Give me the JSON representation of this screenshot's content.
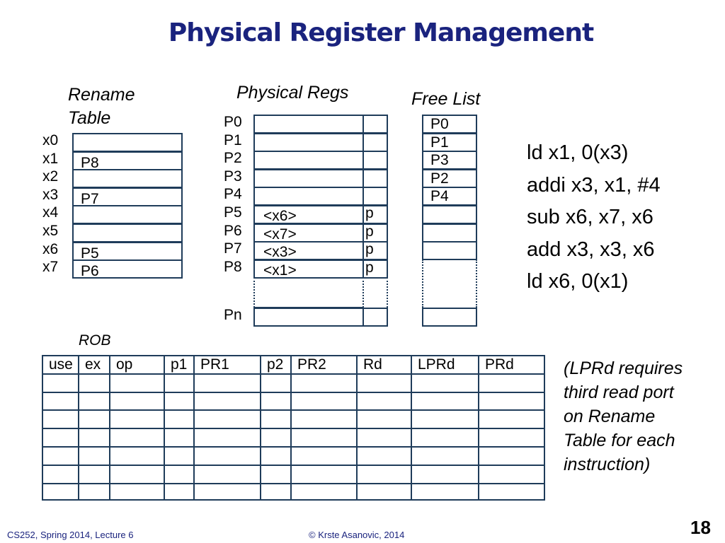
{
  "title": "Physical Register Management",
  "rename_table": {
    "label_line1": "Rename",
    "label_line2": "Table",
    "rows": [
      {
        "arch": "x0",
        "phys": ""
      },
      {
        "arch": "x1",
        "phys": "P8"
      },
      {
        "arch": "x2",
        "phys": ""
      },
      {
        "arch": "x3",
        "phys": "P7"
      },
      {
        "arch": "x4",
        "phys": ""
      },
      {
        "arch": "x5",
        "phys": ""
      },
      {
        "arch": "x6",
        "phys": "P5"
      },
      {
        "arch": "x7",
        "phys": "P6"
      }
    ]
  },
  "physical_regs": {
    "label": "Physical Regs",
    "rows": [
      {
        "name": "P0",
        "value": "",
        "flag": ""
      },
      {
        "name": "P1",
        "value": "",
        "flag": ""
      },
      {
        "name": "P2",
        "value": "",
        "flag": ""
      },
      {
        "name": "P3",
        "value": "",
        "flag": ""
      },
      {
        "name": "P4",
        "value": "",
        "flag": ""
      },
      {
        "name": "P5",
        "value": "<x6>",
        "flag": "p"
      },
      {
        "name": "P6",
        "value": "<x7>",
        "flag": "p"
      },
      {
        "name": "P7",
        "value": "<x3>",
        "flag": "p"
      },
      {
        "name": "P8",
        "value": "<x1>",
        "flag": "p"
      }
    ],
    "last": {
      "name": "Pn",
      "value": "",
      "flag": ""
    }
  },
  "free_list": {
    "label": "Free List",
    "entries": [
      "P0",
      "P1",
      "P3",
      "P2",
      "P4",
      "",
      "",
      ""
    ]
  },
  "code": [
    "ld x1, 0(x3)",
    "addi x3, x1, #4",
    "sub x6, x7, x6",
    "add x3, x3, x6",
    "ld x6, 0(x1)"
  ],
  "rob": {
    "label": "ROB",
    "headers": [
      "use",
      "ex",
      "op",
      "p1",
      "PR1",
      "p2",
      "PR2",
      "Rd",
      "LPRd",
      "PRd"
    ],
    "row_count": 7
  },
  "note_lines": [
    "(LPRd requires",
    "third read port",
    "on Rename",
    "Table for each",
    "instruction)"
  ],
  "footer": {
    "left": "CS252, Spring 2014, Lecture 6",
    "center": "© Krste Asanovic, 2014",
    "page": "18"
  },
  "colors": {
    "title": "#1a237e",
    "border": "#1f3c5a",
    "footer": "#1a237e"
  }
}
